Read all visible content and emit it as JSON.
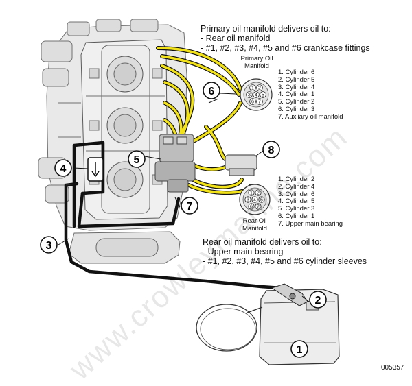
{
  "primary_manifold_caption": {
    "title": "Primary oil manifold delivers oil to:",
    "items": [
      "- Rear oil manifold",
      "- #1, #2, #3, #4, #5 and #6 crankcase fittings"
    ]
  },
  "primary_manifold_label": [
    "Primary Oil",
    "Manifold"
  ],
  "primary_manifold_legend": [
    "1.  Cylinder 6",
    "2.  Cylinder 5",
    "3.  Cylinder 4",
    "4.  Cylinder 1",
    "5.  Cylinder 2",
    "6.  Cylinder 3",
    "7.  Auxliary oil manifold"
  ],
  "primary_manifold_ports": [
    "1",
    "2",
    "3",
    "4",
    "5",
    "6",
    "7"
  ],
  "rear_manifold_legend": [
    "1.  Cylinder 2",
    "2.  Cylinder 4",
    "3.  Cylinder 6",
    "4.  Cylinder 5",
    "5.  Cylinder 3",
    "6.  Cylinder 1",
    "7.  Upper main bearing"
  ],
  "rear_manifold_ports": [
    "1",
    "2",
    "3",
    "4",
    "5",
    "6",
    "7"
  ],
  "rear_manifold_label": [
    "Rear Oil",
    "Manifold"
  ],
  "rear_manifold_caption": {
    "title": "Rear oil manifold delivers oil to:",
    "items": [
      "- Upper main bearing",
      "- #1, #2, #3, #4, #5 and #6 cylinder sleeves"
    ]
  },
  "callouts": [
    "1",
    "2",
    "3",
    "4",
    "5",
    "6",
    "7",
    "8"
  ],
  "figure_number": "005357",
  "watermark": "www.crowleymarine.com",
  "colors": {
    "oil_line": "#f2e21a",
    "supply_line": "#111111",
    "engine_fill": "#e6e6e6",
    "engine_line": "#707070"
  }
}
